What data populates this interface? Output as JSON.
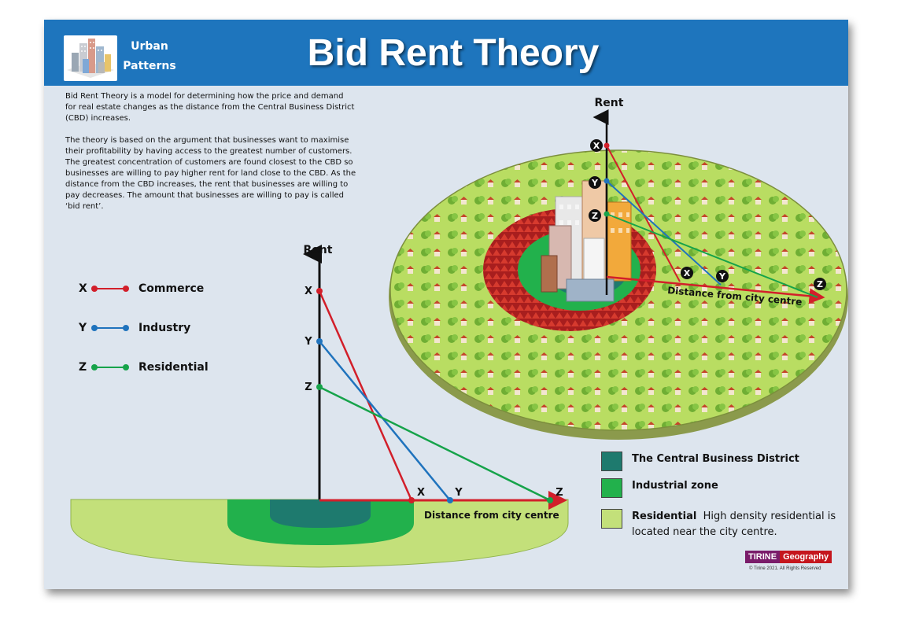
{
  "header": {
    "series_line1": "Urban",
    "series_line2": "Patterns",
    "title": "Bid Rent Theory"
  },
  "intro": {
    "paragraph1": "Bid Rent Theory is a model for determining how the price and demand for real estate changes as the distance from the Central Business District (CBD) increases.",
    "paragraph2": "The theory is based on the argument that businesses want to maximise their profitability by having access to the greatest number of customers. The greatest concentration of customers are found closest to the CBD so businesses are willing to pay  higher rent for land close to the  CBD.  As the distance from the CBD increases, the rent that businesses are willing to pay decreases. The amount that businesses are willing to pay is called ‘bid rent’."
  },
  "legend": [
    {
      "letter": "X",
      "label": "Commerce",
      "color": "#d21f2a"
    },
    {
      "letter": "Y",
      "label": "Industry",
      "color": "#1f73bd"
    },
    {
      "letter": "Z",
      "label": "Residential",
      "color": "#16a34a"
    }
  ],
  "graph": {
    "y_axis_label": "Rent",
    "x_axis_label": "Distance from city centre",
    "marker_x": "X",
    "marker_y": "Y",
    "marker_z": "Z"
  },
  "map": {
    "y_axis_label": "Rent",
    "x_axis_label": "Distance from city centre",
    "marker_x": "X",
    "marker_y": "Y",
    "marker_z": "Z"
  },
  "zones": {
    "cbd": {
      "label": "The Central Business District",
      "color": "#1e7a6e"
    },
    "industrial": {
      "label": "Industrial zone",
      "color": "#22b14c"
    },
    "residential": {
      "label": "Residential",
      "desc_inline": "High density residential is",
      "desc_line2": "located near the city centre.",
      "color": "#c3e07a"
    }
  },
  "footer": {
    "brand_part1": "TIRINE",
    "brand_part2": "Geography",
    "copyright": "© Tirine 2021. All Rights Reserved"
  },
  "colors": {
    "header_blue": "#1e75bd",
    "poster_bg": "#dde5ee",
    "commerce": "#d21f2a",
    "industry": "#1f73bd",
    "residential": "#16a34a"
  }
}
